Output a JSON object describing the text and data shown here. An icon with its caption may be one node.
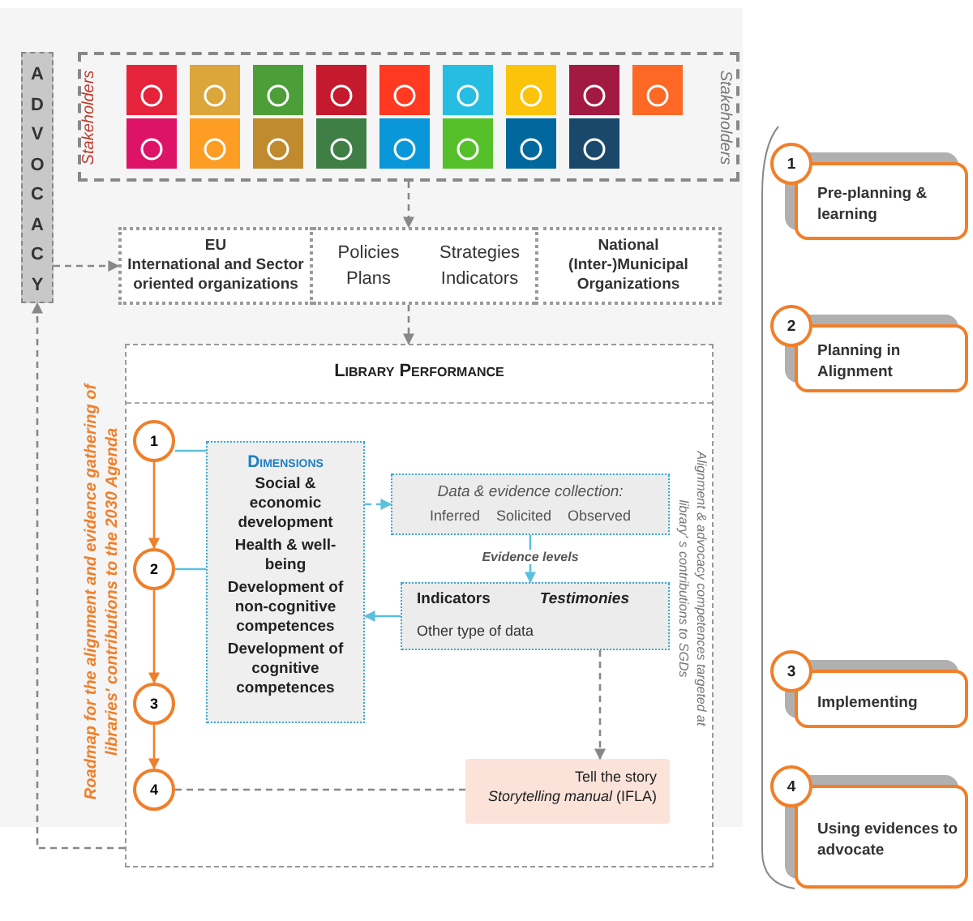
{
  "diagram": {
    "nodes": [
      {
        "text": [
          "ADVOCACY"
        ]
      },
      {
        "text": [
          "Stakeholders",
          "Stakeholders"
        ]
      },
      {
        "text": [
          "EU",
          "International and Sector oriented organizations"
        ]
      },
      {
        "text": [
          "Policies",
          "Strategies",
          "Plans",
          "Indicators"
        ]
      },
      {
        "text": [
          "National (Inter-)Municipal Organizations"
        ]
      },
      {
        "text": [
          "Library Performance"
        ]
      },
      {
        "text": [
          "1"
        ],
        "in": 5
      },
      {
        "text": [
          "2"
        ],
        "in": 5
      },
      {
        "text": [
          "3"
        ],
        "in": 5
      },
      {
        "text": [
          "4"
        ],
        "in": 5
      },
      {
        "text": [
          "Dimensions",
          "Social & economic development",
          "Health & well-being",
          "Development of non-cognitive competences",
          "Development of cognitive competences"
        ],
        "in": 5
      },
      {
        "text": [
          "Data & evidence collection:",
          "Inferred",
          "Solicited",
          "Observed"
        ],
        "in": 5
      },
      {
        "text": [
          "Indicators",
          "Testimonies",
          "Other type of data"
        ],
        "in": 5
      },
      {
        "text": [
          "Tell the story",
          "*Storytelling manual* (IFLA)"
        ],
        "in": 5
      },
      {
        "text": [
          "1",
          "Pre-planning & learning"
        ]
      },
      {
        "text": [
          "2",
          "Planning in Alignment"
        ]
      },
      {
        "text": [
          "3",
          "Implementing"
        ]
      },
      {
        "text": [
          "4",
          "Using evidences to advocate"
        ]
      }
    ],
    "edges": [
      {
        "from": 1,
        "to": 3,
        "arrow": "to",
        "style": "dashed"
      },
      {
        "from": 0,
        "to": 2,
        "arrow": "to",
        "style": "dashed"
      },
      {
        "from": 3,
        "to": 5,
        "arrow": "to",
        "style": "dashed"
      },
      {
        "from": 6,
        "to": 7,
        "arrow": "to",
        "color": "#f07f2a"
      },
      {
        "from": 7,
        "to": 8,
        "arrow": "to",
        "color": "#f07f2a"
      },
      {
        "from": 8,
        "to": 9,
        "arrow": "to",
        "color": "#f07f2a"
      },
      {
        "from": 6,
        "to": 10,
        "arrow": "none",
        "color": "#5bc0de"
      },
      {
        "from": 7,
        "to": 10,
        "arrow": "none",
        "color": "#5bc0de"
      },
      {
        "from": 10,
        "to": 11,
        "arrow": "to",
        "style": "dashed",
        "color": "#5bc0de"
      },
      {
        "from": 11,
        "to": 12,
        "arrow": "to",
        "label": "Evidence levels",
        "color": "#5bc0de"
      },
      {
        "from": 12,
        "to": 10,
        "arrow": "to",
        "color": "#5bc0de"
      },
      {
        "from": 12,
        "to": 13,
        "arrow": "to",
        "style": "dashed"
      },
      {
        "from": 9,
        "to": 13,
        "arrow": "none",
        "style": "dashed"
      },
      {
        "from": 5,
        "to": 0,
        "arrow": "to",
        "style": "dashed"
      }
    ],
    "labels": [
      "Roadmap for the alignment and evidence gathering of libraries' contributions to the 2030 Agenda",
      "Alignment & advocacy competences targeted at library' s contributions to SGDs"
    ]
  }
}
